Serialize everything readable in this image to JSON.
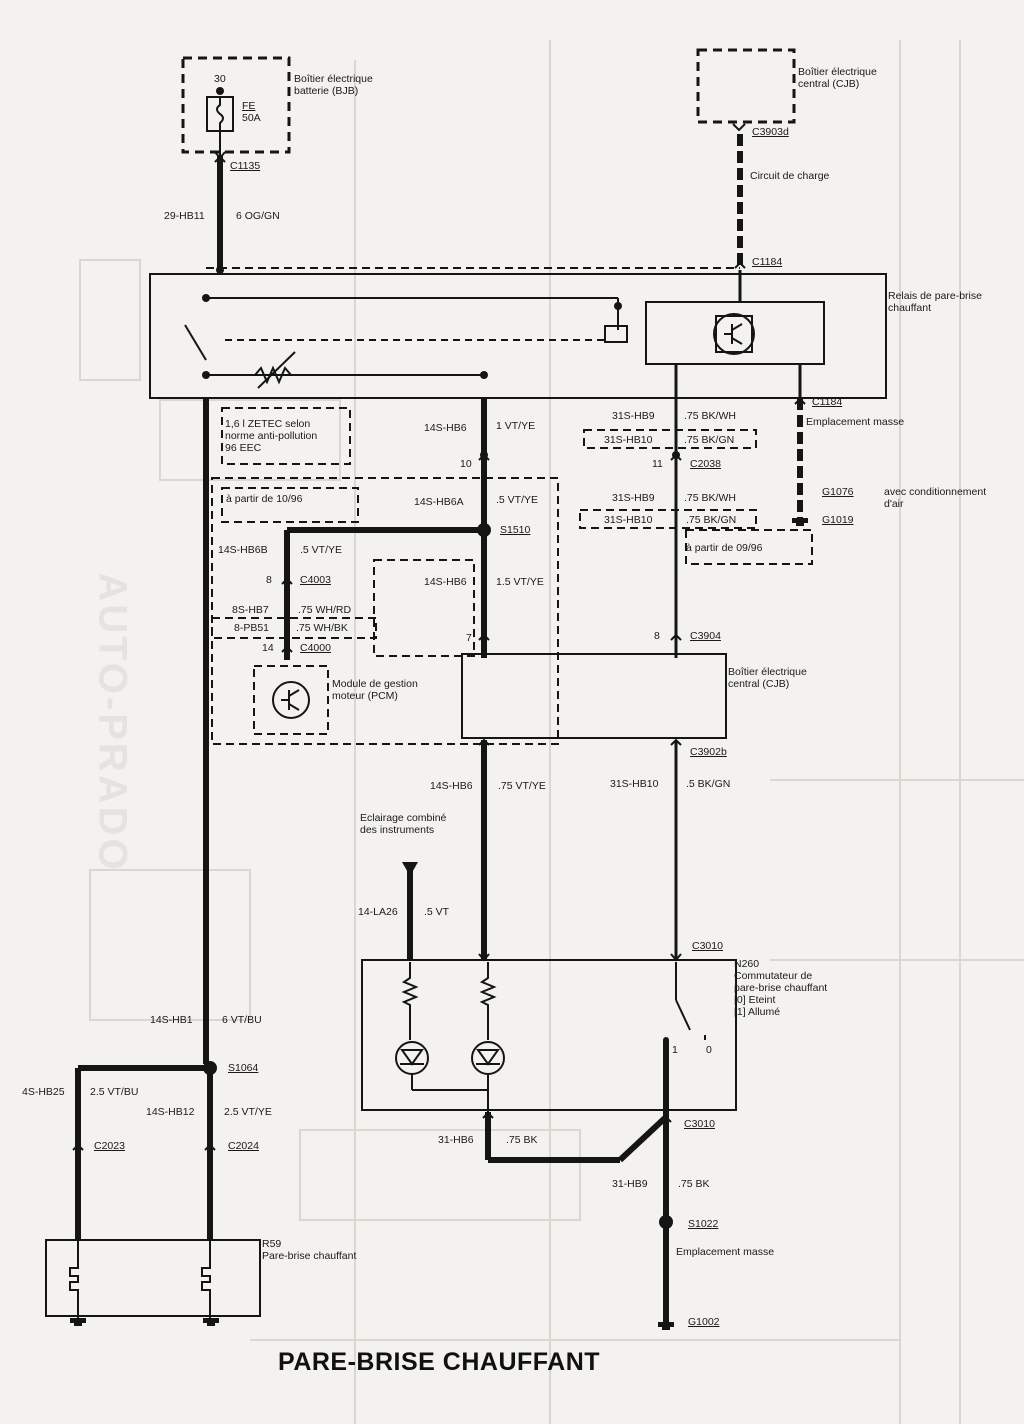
{
  "title": "PARE-BRISE CHAUFFANT",
  "watermark": "AUTO-PRADO",
  "colors": {
    "wire": "#151515",
    "paper": "#f3f2ee",
    "faint": "#d2d1cc"
  },
  "labels": {
    "bjb_30": "30",
    "bjb_name": "Boîtier électrique\nbatterie (BJB)",
    "fuse_fe": "FE",
    "fuse_50a": "50A",
    "c1135": "C1135",
    "w_29hb11": "29-HB11",
    "w_6og": "6  OG/GN",
    "cjb_top": "Boîtier électrique\ncentral (CJB)",
    "c3903d": "C3903d",
    "circuit_charge": "Circuit de charge",
    "c1184_top": "C1184",
    "relais": "Relais de pare-brise\nchauffant",
    "c1184_b": "C1184",
    "empl_masse_1": "Emplacement masse",
    "zetec": "1,6 l ZETEC selon\nnorme anti-pollution\n96 EEC",
    "w_14shb6_a": "14S-HB6",
    "w_1vtye": "1  VT/YE",
    "w_31shb9_a": "31S-HB9",
    "w_75bkwh_a": ".75  BK/WH",
    "w_31shb10_a": "31S-HB10",
    "w_75bkgn_a": ".75  BK/GN",
    "pin10": "10",
    "pin11": "11",
    "c2038": "C2038",
    "g1076": "G1076",
    "avec_cond": "avec conditionnement\nd'air",
    "g1019": "G1019",
    "a_partir_1096": "à partir de 10/96",
    "w_14shb6a": "14S-HB6A",
    "w_5vtye_a": ".5  VT/YE",
    "s1510": "S1510",
    "w_31shb9_b": "31S-HB9",
    "w_75bkwh_b": ".75  BK/WH",
    "w_31shb10_b": "31S-HB10",
    "w_75bkgn_b": ".75  BK/GN",
    "a_partir_0996": "à partir de 09/96",
    "w_14shb6b": "14S-HB6B",
    "w_5vtye_b": ".5  VT/YE",
    "pin8a": "8",
    "c4003": "C4003",
    "w_14shb6_b": "14S-HB6",
    "w_15vtye": "1.5  VT/YE",
    "w_8shb7": "8S-HB7",
    "w_75whrd": ".75  WH/RD",
    "w_8pb51": "8-PB51",
    "w_75whbk": ".75  WH/BK",
    "pin14": "14",
    "c4000": "C4000",
    "pin7": "7",
    "pin8b": "8",
    "c3904": "C3904",
    "pcm": "Module de gestion\nmoteur (PCM)",
    "cjb_mid": "Boîtier électrique\ncentral (CJB)",
    "c3902b": "C3902b",
    "w_14shb6_c": "14S-HB6",
    "w_75vtye": ".75  VT/YE",
    "w_31shb10_c": "31S-HB10",
    "w_5bkgn": ".5  BK/GN",
    "eclairage": "Eclairage combiné\ndes instruments",
    "w_14la26": "14-LA26",
    "w_5vt": ".5  VT",
    "c3010_a": "C3010",
    "n260": "N260\nCommutateur de\npare-brise chauffant\n[0] Eteint\n[1] Allumé",
    "sw1": "1",
    "sw0": "0",
    "w_14shb1": "14S-HB1",
    "w_6vtbu": "6  VT/BU",
    "s1064": "S1064",
    "w_4shb25": "4S-HB25",
    "w_25vtbu": "2.5  VT/BU",
    "w_14shb12": "14S-HB12",
    "w_25vtye": "2.5  VT/YE",
    "c2023": "C2023",
    "c2024": "C2024",
    "w_31hb6": "31-HB6",
    "w_75bk_a": ".75  BK",
    "c3010_b": "C3010",
    "w_31hb9": "31-HB9",
    "w_75bk_b": ".75  BK",
    "s1022": "S1022",
    "r59": "R59\nPare-brise chauffant",
    "empl_masse_2": "Emplacement masse",
    "g1002": "G1002"
  }
}
